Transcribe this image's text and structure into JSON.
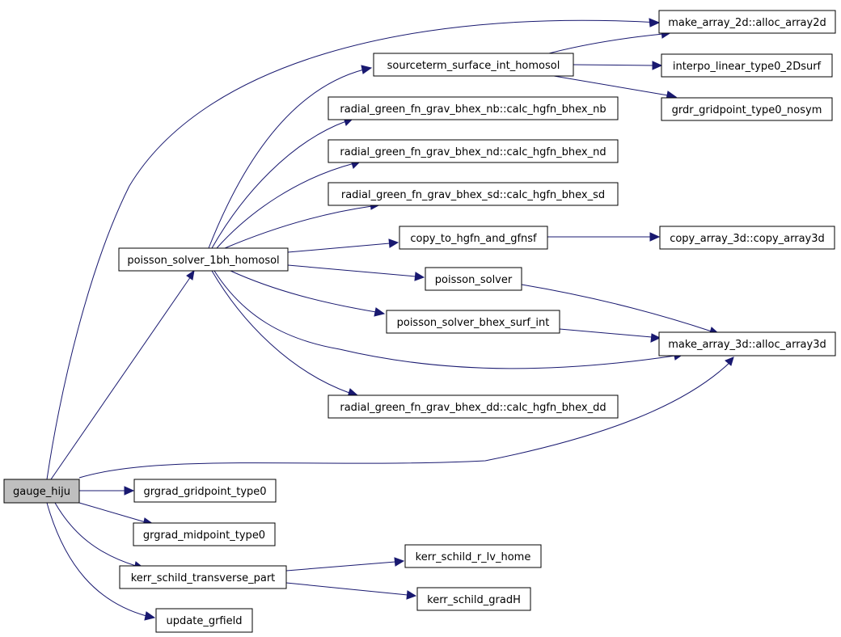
{
  "diagram": {
    "edge_color": "#191970",
    "root_fill": "#bfbfbf",
    "nodes": {
      "gauge_hiju": "gauge_hiju",
      "poisson_solver_1bh_homosol": "poisson_solver_1bh_homosol",
      "sourceterm_surface_int_homosol": "sourceterm_surface_int_homosol",
      "make_array_2d_alloc_array2d": "make_array_2d::alloc_array2d",
      "interpo_linear_type0_2dsurf": "interpo_linear_type0_2Dsurf",
      "grdr_gridpoint_type0_nosym": "grdr_gridpoint_type0_nosym",
      "calc_hgfn_bhex_nb": "radial_green_fn_grav_bhex_nb::calc_hgfn_bhex_nb",
      "calc_hgfn_bhex_nd": "radial_green_fn_grav_bhex_nd::calc_hgfn_bhex_nd",
      "calc_hgfn_bhex_sd": "radial_green_fn_grav_bhex_sd::calc_hgfn_bhex_sd",
      "copy_to_hgfn_and_gfnsf": "copy_to_hgfn_and_gfnsf",
      "copy_array_3d_copy_array3d": "copy_array_3d::copy_array3d",
      "poisson_solver": "poisson_solver",
      "poisson_solver_bhex_surf_int": "poisson_solver_bhex_surf_int",
      "make_array_3d_alloc_array3d": "make_array_3d::alloc_array3d",
      "calc_hgfn_bhex_dd": "radial_green_fn_grav_bhex_dd::calc_hgfn_bhex_dd",
      "grgrad_gridpoint_type0": "grgrad_gridpoint_type0",
      "grgrad_midpoint_type0": "grgrad_midpoint_type0",
      "kerr_schild_transverse_part": "kerr_schild_transverse_part",
      "kerr_schild_r_lv_home": "kerr_schild_r_lv_home",
      "kerr_schild_gradh": "kerr_schild_gradH",
      "update_grfield": "update_grfield"
    },
    "edges": [
      [
        "gauge_hiju",
        "make_array_2d_alloc_array2d"
      ],
      [
        "gauge_hiju",
        "poisson_solver_1bh_homosol"
      ],
      [
        "gauge_hiju",
        "make_array_3d_alloc_array3d"
      ],
      [
        "gauge_hiju",
        "grgrad_gridpoint_type0"
      ],
      [
        "gauge_hiju",
        "grgrad_midpoint_type0"
      ],
      [
        "gauge_hiju",
        "kerr_schild_transverse_part"
      ],
      [
        "gauge_hiju",
        "update_grfield"
      ],
      [
        "poisson_solver_1bh_homosol",
        "sourceterm_surface_int_homosol"
      ],
      [
        "poisson_solver_1bh_homosol",
        "calc_hgfn_bhex_nb"
      ],
      [
        "poisson_solver_1bh_homosol",
        "calc_hgfn_bhex_nd"
      ],
      [
        "poisson_solver_1bh_homosol",
        "calc_hgfn_bhex_sd"
      ],
      [
        "poisson_solver_1bh_homosol",
        "copy_to_hgfn_and_gfnsf"
      ],
      [
        "poisson_solver_1bh_homosol",
        "poisson_solver"
      ],
      [
        "poisson_solver_1bh_homosol",
        "poisson_solver_bhex_surf_int"
      ],
      [
        "poisson_solver_1bh_homosol",
        "make_array_3d_alloc_array3d"
      ],
      [
        "poisson_solver_1bh_homosol",
        "calc_hgfn_bhex_dd"
      ],
      [
        "sourceterm_surface_int_homosol",
        "make_array_2d_alloc_array2d"
      ],
      [
        "sourceterm_surface_int_homosol",
        "interpo_linear_type0_2dsurf"
      ],
      [
        "sourceterm_surface_int_homosol",
        "grdr_gridpoint_type0_nosym"
      ],
      [
        "copy_to_hgfn_and_gfnsf",
        "copy_array_3d_copy_array3d"
      ],
      [
        "poisson_solver",
        "make_array_3d_alloc_array3d"
      ],
      [
        "poisson_solver_bhex_surf_int",
        "make_array_3d_alloc_array3d"
      ],
      [
        "kerr_schild_transverse_part",
        "kerr_schild_r_lv_home"
      ],
      [
        "kerr_schild_transverse_part",
        "kerr_schild_gradh"
      ]
    ]
  }
}
